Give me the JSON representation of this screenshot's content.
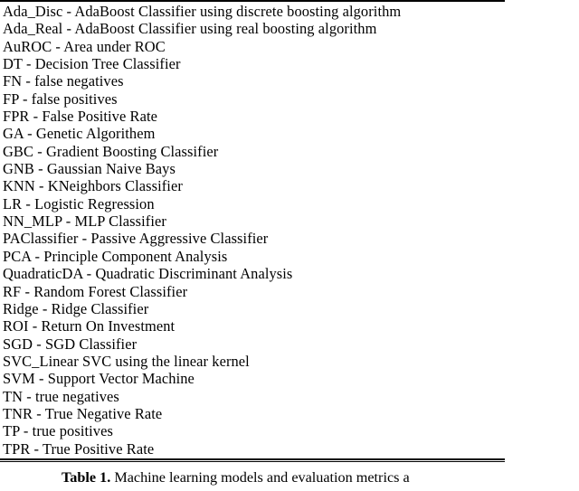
{
  "table": {
    "entries": [
      "Ada_Disc - AdaBoost Classifier using discrete boosting algorithm",
      "Ada_Real - AdaBoost Classifier using real boosting algorithm",
      "AuROC - Area under ROC",
      "DT - Decision Tree Classifier",
      "FN - false negatives",
      "FP - false positives",
      "FPR - False Positive Rate",
      "GA - Genetic Algorithem",
      "GBC - Gradient Boosting Classifier",
      "GNB - Gaussian Naive Bays",
      "KNN - KNeighbors Classifier",
      "LR - Logistic Regression",
      "NN_MLP - MLP Classifier",
      "PAClassifier - Passive Aggressive Classifier",
      "PCA - Principle Component Analysis",
      "QuadraticDA - Quadratic Discriminant Analysis",
      "RF - Random Forest Classifier",
      "Ridge - Ridge Classifier",
      "ROI - Return On Investment",
      "SGD - SGD Classifier",
      "SVC_Linear SVC using the linear kernel",
      "SVM - Support Vector Machine",
      "TN - true negatives",
      "TNR - True Negative Rate",
      "TP - true positives",
      "TPR - True Positive Rate"
    ]
  },
  "caption": {
    "label": "Table 1.",
    "text": " Machine learning models and evaluation metrics a"
  },
  "colors": {
    "text": "#000000",
    "rule": "#000000",
    "background": "#ffffff"
  }
}
